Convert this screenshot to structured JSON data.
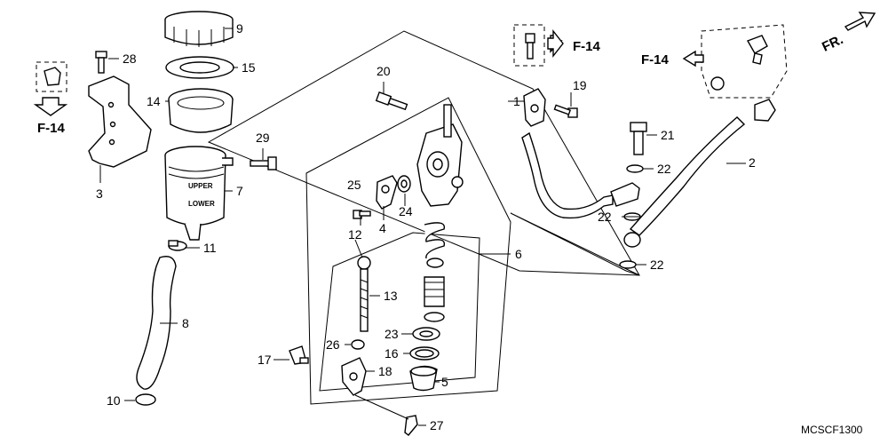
{
  "diagram_code": "MCSCF1300",
  "front_marker": "FR.",
  "reference_labels": [
    "F-14",
    "F-14",
    "F-14"
  ],
  "reservoir_markings": [
    "UPPER",
    "LOWER"
  ],
  "callouts": [
    "1",
    "2",
    "3",
    "4",
    "5",
    "6",
    "7",
    "8",
    "9",
    "10",
    "11",
    "12",
    "13",
    "14",
    "15",
    "16",
    "17",
    "18",
    "19",
    "20",
    "21",
    "22",
    "22",
    "22",
    "23",
    "24",
    "25",
    "26",
    "27",
    "28",
    "29"
  ]
}
